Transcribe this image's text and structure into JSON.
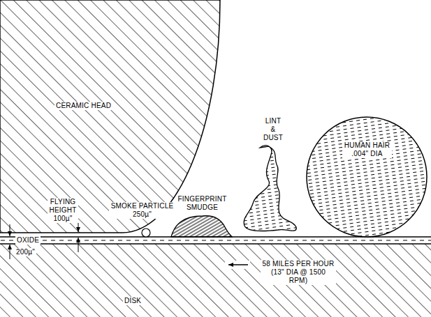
{
  "diagram": {
    "labels": [
      "CERAMIC HEAD",
      "HUMAN HAIR .004\" DIA",
      "LINT & DUST",
      "SMOKE PARTICLE 250µ\"",
      "FINGERPRINT SMUDGE",
      "FLYING HEIGHT 100µ\"",
      "OXIDE",
      "200µ\"",
      "58 MILES PER HOUR (13\" DIA @ 1500 RPM)",
      "DISK"
    ]
  }
}
